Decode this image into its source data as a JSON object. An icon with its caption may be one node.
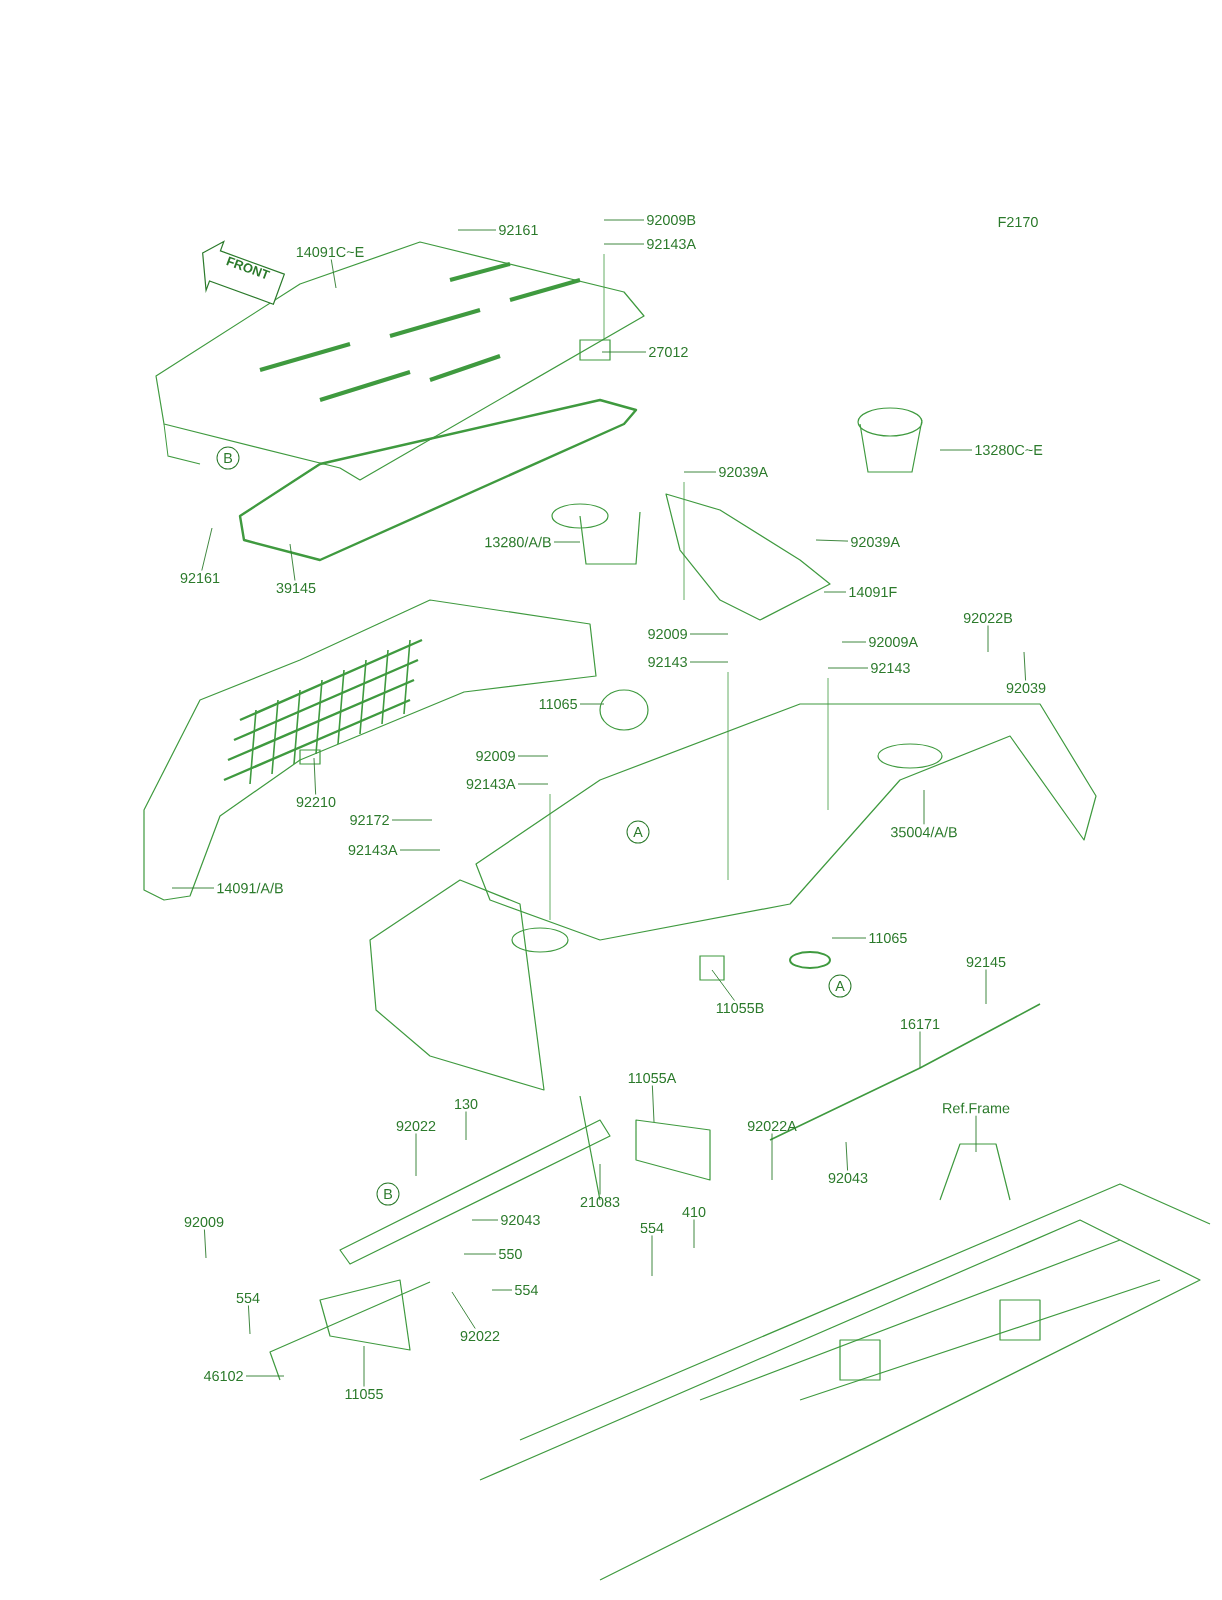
{
  "diagram": {
    "nodes": [
      {
        "text": [
          "92009B"
        ]
      },
      {
        "text": [
          "92161"
        ]
      },
      {
        "text": [
          "92143A"
        ]
      },
      {
        "text": [
          "14091C~E"
        ]
      },
      {
        "text": [
          "27012"
        ]
      },
      {
        "text": [
          "13280C~E"
        ]
      },
      {
        "text": [
          "92039A"
        ]
      },
      {
        "text": [
          "13280/A/B"
        ]
      },
      {
        "text": [
          "92039A"
        ]
      },
      {
        "text": [
          "92161"
        ]
      },
      {
        "text": [
          "39145"
        ]
      },
      {
        "text": [
          "14091F"
        ]
      },
      {
        "text": [
          "92022B"
        ]
      },
      {
        "text": [
          "92009"
        ]
      },
      {
        "text": [
          "92009A"
        ]
      },
      {
        "text": [
          "92143"
        ]
      },
      {
        "text": [
          "92143"
        ]
      },
      {
        "text": [
          "92039"
        ]
      },
      {
        "text": [
          "11065"
        ]
      },
      {
        "text": [
          "92009"
        ]
      },
      {
        "text": [
          "92143A"
        ]
      },
      {
        "text": [
          "92210"
        ]
      },
      {
        "text": [
          "92172"
        ]
      },
      {
        "text": [
          "92143A"
        ]
      },
      {
        "text": [
          "35004/A/B"
        ]
      },
      {
        "text": [
          "14091/A/B"
        ]
      },
      {
        "text": [
          "11065"
        ]
      },
      {
        "text": [
          "92145"
        ]
      },
      {
        "text": [
          "11055B"
        ]
      },
      {
        "text": [
          "16171"
        ]
      },
      {
        "text": [
          "11055A"
        ]
      },
      {
        "text": [
          "130"
        ]
      },
      {
        "text": [
          "Ref.Frame"
        ]
      },
      {
        "text": [
          "92022"
        ]
      },
      {
        "text": [
          "92022A"
        ]
      },
      {
        "text": [
          "92043"
        ]
      },
      {
        "text": [
          "21083"
        ]
      },
      {
        "text": [
          "410"
        ]
      },
      {
        "text": [
          "92009"
        ]
      },
      {
        "text": [
          "92043"
        ]
      },
      {
        "text": [
          "554"
        ]
      },
      {
        "text": [
          "550"
        ]
      },
      {
        "text": [
          "554"
        ]
      },
      {
        "text": [
          "554"
        ]
      },
      {
        "text": [
          "92022"
        ]
      },
      {
        "text": [
          "46102"
        ]
      },
      {
        "text": [
          "11055"
        ]
      }
    ],
    "edges": [
      {
        "from": 0,
        "to": null,
        "arrow": "none"
      },
      {
        "from": 1,
        "to": null,
        "arrow": "none"
      },
      {
        "from": 2,
        "to": null,
        "arrow": "none"
      },
      {
        "from": 3,
        "to": null,
        "arrow": "none"
      },
      {
        "from": 4,
        "to": null,
        "arrow": "none"
      },
      {
        "from": 5,
        "to": null,
        "arrow": "none"
      },
      {
        "from": 6,
        "to": null,
        "arrow": "none"
      },
      {
        "from": 7,
        "to": null,
        "arrow": "none"
      },
      {
        "from": 8,
        "to": null,
        "arrow": "none"
      },
      {
        "from": 9,
        "to": null,
        "arrow": "none"
      },
      {
        "from": 10,
        "to": null,
        "arrow": "none"
      },
      {
        "from": 11,
        "to": null,
        "arrow": "none"
      },
      {
        "from": 12,
        "to": null,
        "arrow": "none"
      },
      {
        "from": 13,
        "to": null,
        "arrow": "none"
      },
      {
        "from": 14,
        "to": null,
        "arrow": "none"
      },
      {
        "from": 15,
        "to": null,
        "arrow": "none"
      },
      {
        "from": 16,
        "to": null,
        "arrow": "none"
      },
      {
        "from": 17,
        "to": null,
        "arrow": "none"
      },
      {
        "from": 18,
        "to": null,
        "arrow": "none"
      },
      {
        "from": 19,
        "to": null,
        "arrow": "none"
      },
      {
        "from": 20,
        "to": null,
        "arrow": "none"
      },
      {
        "from": 21,
        "to": null,
        "arrow": "none"
      },
      {
        "from": 22,
        "to": null,
        "arrow": "none"
      },
      {
        "from": 23,
        "to": null,
        "arrow": "none"
      },
      {
        "from": 24,
        "to": null,
        "arrow": "none"
      },
      {
        "from": 25,
        "to": null,
        "arrow": "none"
      },
      {
        "from": 26,
        "to": null,
        "arrow": "none"
      },
      {
        "from": 27,
        "to": null,
        "arrow": "none"
      },
      {
        "from": 28,
        "to": null,
        "arrow": "none"
      },
      {
        "from": 29,
        "to": null,
        "arrow": "none"
      },
      {
        "from": 30,
        "to": null,
        "arrow": "none"
      },
      {
        "from": 31,
        "to": null,
        "arrow": "none"
      },
      {
        "from": 32,
        "to": null,
        "arrow": "none"
      },
      {
        "from": 33,
        "to": null,
        "arrow": "none"
      },
      {
        "from": 34,
        "to": null,
        "arrow": "none"
      },
      {
        "from": 35,
        "to": null,
        "arrow": "none"
      },
      {
        "from": 36,
        "to": null,
        "arrow": "none"
      },
      {
        "from": 37,
        "to": null,
        "arrow": "none"
      },
      {
        "from": 38,
        "to": null,
        "arrow": "none"
      },
      {
        "from": 39,
        "to": null,
        "arrow": "none"
      },
      {
        "from": 40,
        "to": null,
        "arrow": "none"
      },
      {
        "from": 41,
        "to": null,
        "arrow": "none"
      },
      {
        "from": 42,
        "to": null,
        "arrow": "none"
      },
      {
        "from": 43,
        "to": null,
        "arrow": "none"
      },
      {
        "from": 44,
        "to": null,
        "arrow": "none"
      },
      {
        "from": 45,
        "to": null,
        "arrow": "none"
      },
      {
        "from": 46,
        "to": null,
        "arrow": "none"
      }
    ],
    "labels": [
      "F2170",
      "FRONT",
      "B",
      "A",
      "A",
      "B"
    ]
  }
}
